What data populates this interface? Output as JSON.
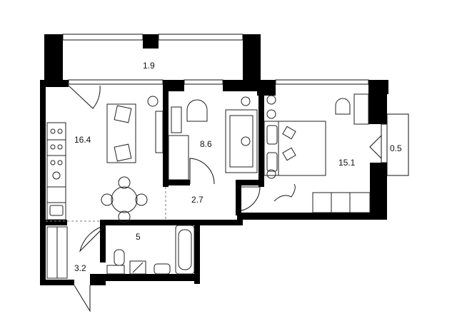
{
  "rooms": [
    {
      "id": "loggia",
      "area": "1.9"
    },
    {
      "id": "kitchen-living",
      "area": "16.4"
    },
    {
      "id": "bedroom-small",
      "area": "8.6"
    },
    {
      "id": "bedroom",
      "area": "15.1"
    },
    {
      "id": "balcony",
      "area": "0.5"
    },
    {
      "id": "hallway",
      "area": "2.7"
    },
    {
      "id": "bathroom",
      "area": "5"
    },
    {
      "id": "entrance",
      "area": "3.2"
    }
  ]
}
